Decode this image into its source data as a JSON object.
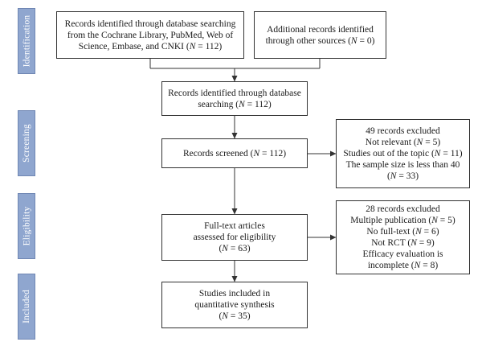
{
  "phases": {
    "identification": "Identification",
    "screening": "Screening",
    "eligibility": "Eligibility",
    "included": "Included"
  },
  "boxes": {
    "database": "Records identified through database searching\nfrom the Cochrane Library, PubMed, Web of\nScience, Embase, and CNKI (N = 112)",
    "other": "Additional records identified\nthrough other sources (N = 0)",
    "identified": "Records identified through database\nsearching (N = 112)",
    "screened": "Records screened (N = 112)",
    "excluded1": "49 records excluded\nNot relevant (N = 5)\nStudies out of the topic (N = 11)\nThe sample size is less than 40\n(N = 33)",
    "fulltext": "Full-text articles\nassessed for eligibility\n(N = 63)",
    "excluded2": "28 records excluded\nMultiple publication (N = 5)\nNo full-text (N = 6)\nNot RCT (N = 9)\nEfficacy evaluation is\nincomplete (N = 8)",
    "included": "Studies included in\nquantitative synthesis\n(N = 35)"
  },
  "colors": {
    "phase_fill": "#8fa6cf",
    "line": "#333333"
  }
}
